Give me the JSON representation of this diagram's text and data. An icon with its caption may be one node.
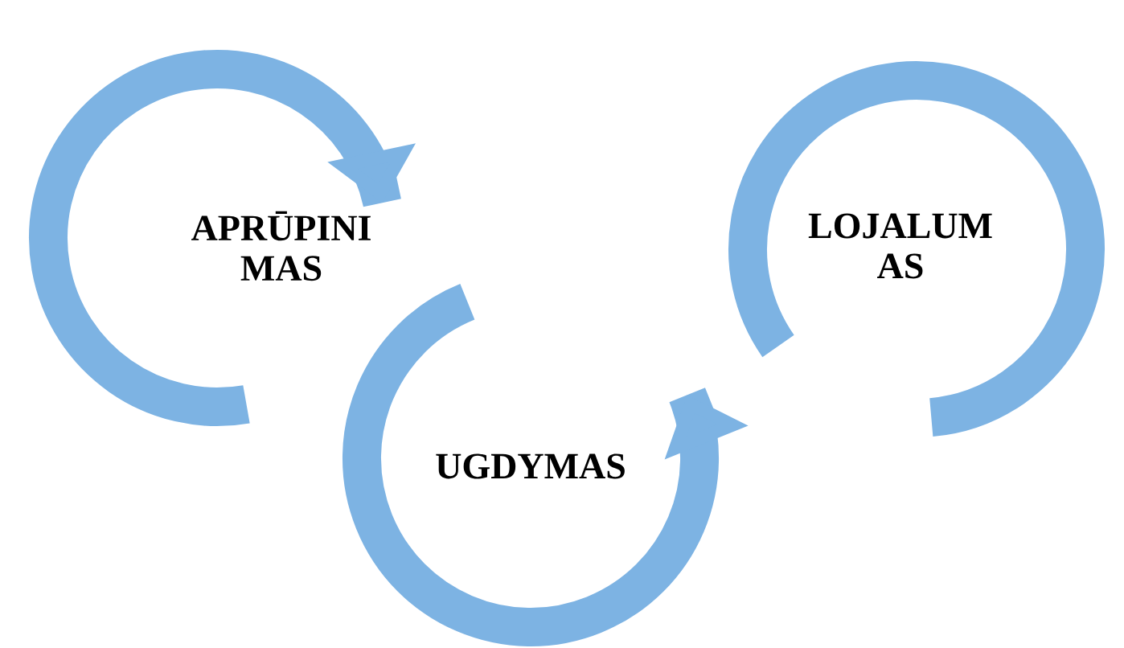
{
  "diagram": {
    "nodes": [
      {
        "text": [
          "APRŪPINI MAS"
        ]
      },
      {
        "text": [
          "UGDYMAS"
        ]
      },
      {
        "text": [
          "LOJALUM AS"
        ]
      }
    ]
  }
}
